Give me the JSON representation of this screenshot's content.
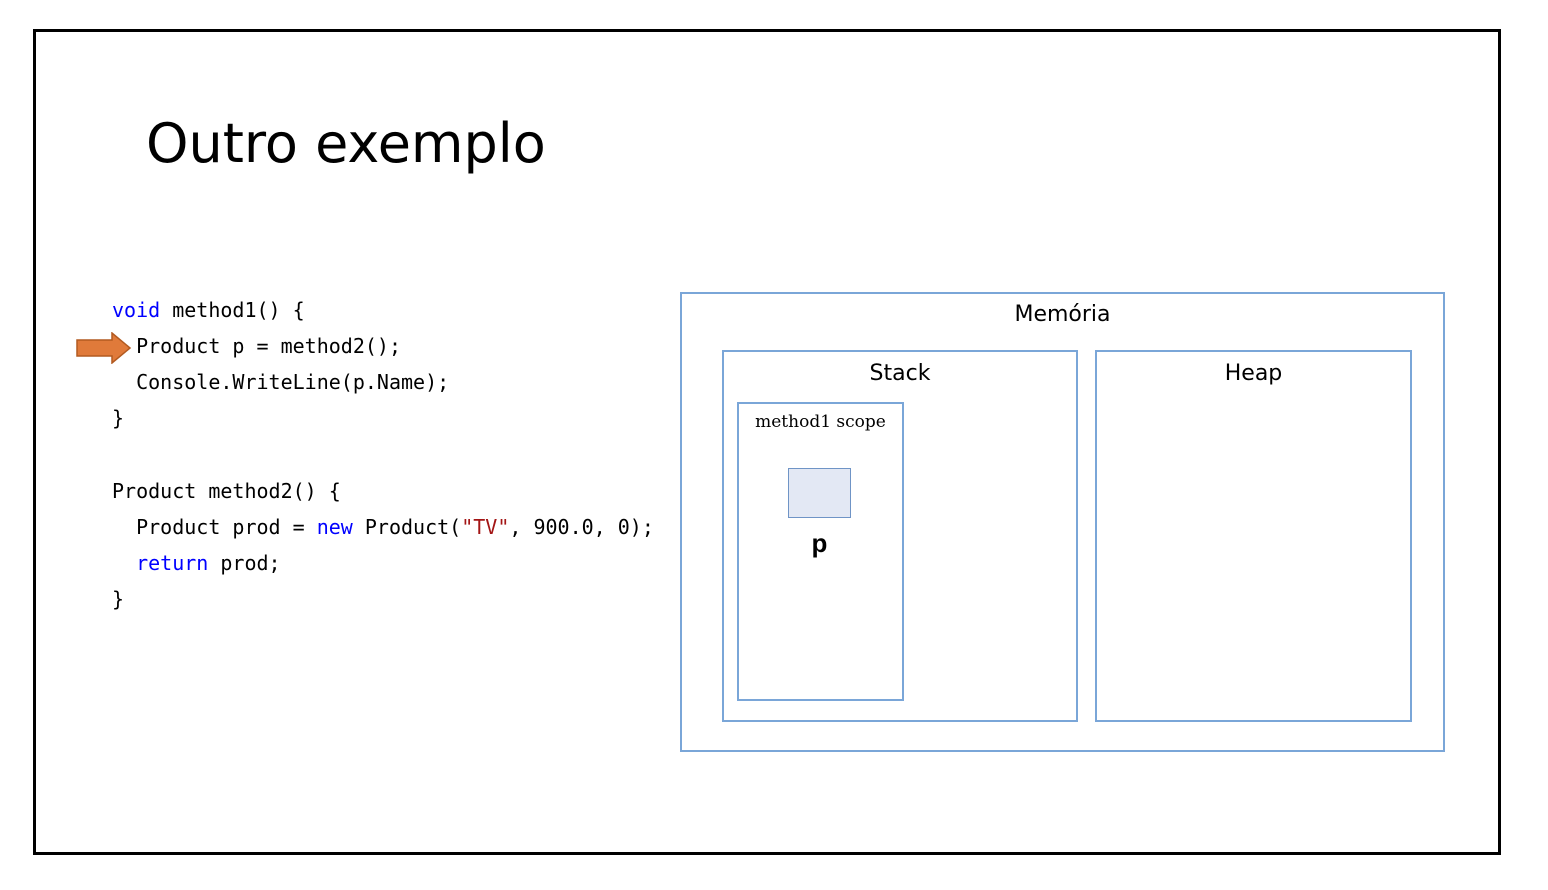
{
  "slide": {
    "title": "Outro exemplo"
  },
  "code": {
    "line1": {
      "kw": "void",
      "rest": " method1() {"
    },
    "line2": {
      "text": "  Product p = method2();"
    },
    "line3": {
      "text": "  Console.WriteLine(p.Name);"
    },
    "line4": {
      "text": "}"
    },
    "line5": {
      "text": "Product method2() {"
    },
    "line6": {
      "pre": "  Product prod = ",
      "kw": "new",
      "mid": " Product(",
      "str": "\"TV\"",
      "post": ", 900.0, 0);"
    },
    "line7": {
      "pre": "  ",
      "kw": "return",
      "post": " prod;"
    },
    "line8": {
      "text": "}"
    }
  },
  "pointer": {
    "icon": "arrow-right-icon",
    "color": "#e07a3a",
    "stroke": "#b25a20"
  },
  "diagram": {
    "memory_label": "Memória",
    "stack_label": "Stack",
    "heap_label": "Heap",
    "scope_label": "method1 scope",
    "variable_name": "p",
    "box_color": "#7aa6d8"
  }
}
